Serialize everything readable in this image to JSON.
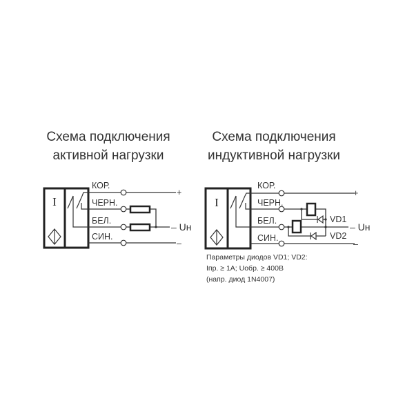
{
  "left": {
    "title_line1": "Схема подключения",
    "title_line2": "активной нагрузки",
    "sensor_mark": "I",
    "wires": [
      "КОР.",
      "ЧЕРН.",
      "БЕЛ.",
      "СИН."
    ],
    "plus": "+",
    "minus": "–",
    "voltage": "– Uн"
  },
  "right": {
    "title_line1": "Схема подключения",
    "title_line2": "индуктивной нагрузки",
    "sensor_mark": "I",
    "wires": [
      "КОР.",
      "ЧЕРН.",
      "БЕЛ.",
      "СИН."
    ],
    "plus": "+",
    "minus": "–",
    "voltage": "– Uн",
    "diode1": "VD1",
    "diode2": "VD2",
    "note": [
      "Параметры диодов VD1; VD2:",
      "Iпр. ≥ 1А; Uобр. ≥ 400В",
      "(напр. диод 1N4007)"
    ]
  }
}
